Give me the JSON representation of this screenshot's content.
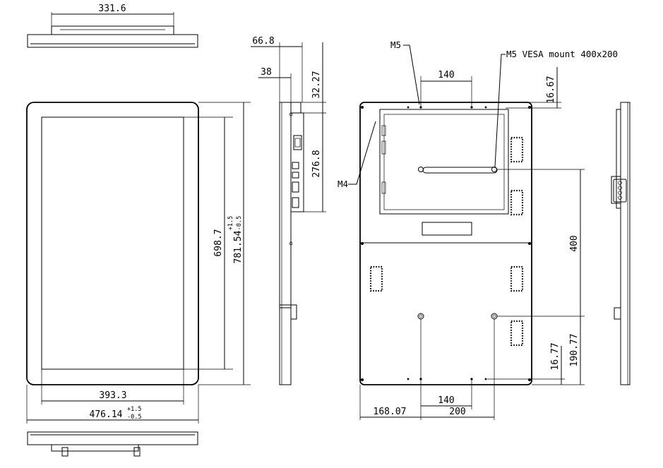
{
  "top_view": {
    "width_dim": "331.6"
  },
  "front_view": {
    "inner_width_dim": "393.3",
    "outer_width_dim": "476.14",
    "outer_width_tol_plus": "+1.5",
    "outer_width_tol_minus": "-0.5",
    "inner_height_dim": "698.7",
    "outer_height_dim": "781.54",
    "outer_height_tol_plus": "+1.5",
    "outer_height_tol_minus": "-0.5"
  },
  "side_view": {
    "depth_total_dim": "66.8",
    "depth_body_dim": "38",
    "offset_top_dim": "32.27",
    "io_height_dim": "276.8"
  },
  "rear_view": {
    "m5_label": "M5",
    "m5_vesa_label": "M5 VESA mount 400x200",
    "m4_label": "M4",
    "top_hole_spacing_dim": "140",
    "top_offset_dim": "16.67",
    "vesa_vertical_dim": "400",
    "bottom_offset_dim": "16.77",
    "bottom_to_vesa_dim": "190.77",
    "bottom_hole_spacing_dim": "140",
    "left_offset_dim": "168.07",
    "vesa_horizontal_dim": "200"
  }
}
